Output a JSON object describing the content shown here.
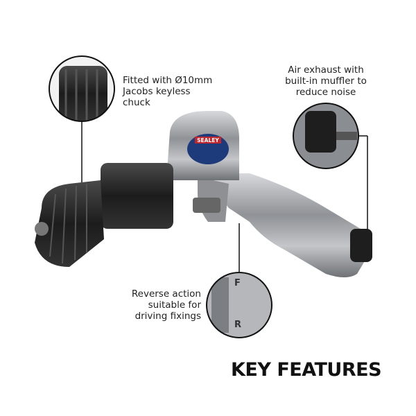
{
  "callouts": {
    "chuck": "Fitted with Ø10mm\nJacobs keyless\nchuck",
    "exhaust": "Air exhaust with\nbuilt-in muffler to\nreduce noise",
    "reverse": "Reverse action\nsuitable for\ndriving fixings"
  },
  "heading": "KEY FEATURES",
  "product_label": {
    "brand": "SEALEY",
    "reverse_marks": [
      "F",
      "R"
    ]
  },
  "colors": {
    "body": "#9a9ca0",
    "chuck": "#2a2a2a",
    "badge": "#1d3b7a",
    "text": "#222222"
  }
}
